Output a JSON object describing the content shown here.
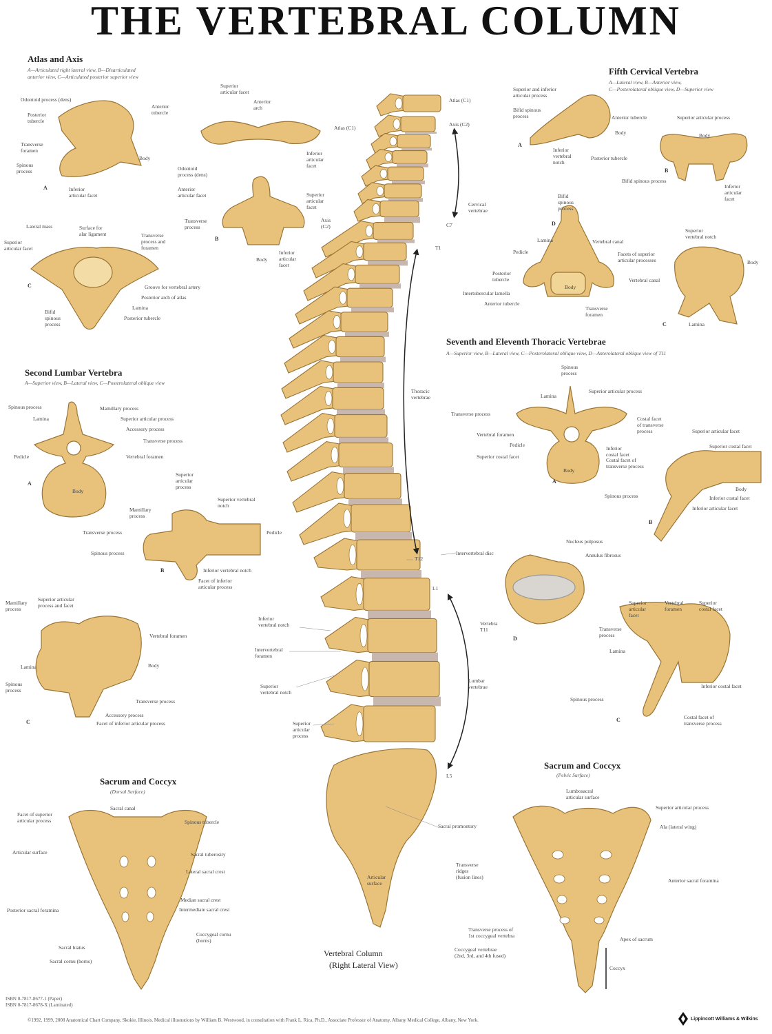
{
  "title": "THE VERTEBRAL COLUMN",
  "colors": {
    "bone": "#e8c27a",
    "bone_outline": "#9a7436",
    "disc": "#c8b7ae",
    "text": "#333333"
  },
  "atlas_axis": {
    "title": "Atlas and Axis",
    "subtitle": "A—Articulated right lateral view, B—Disarticulated\nanterior view, C—Articulated posterior superior view",
    "letters": [
      "A",
      "B",
      "C"
    ],
    "labels": [
      "Odontoid process (dens)",
      "Posterior\ntubercle",
      "Anterior\ntubercle",
      "Transverse\nforamen",
      "Body",
      "Spinous\nprocess",
      "Inferior\narticular facet",
      "Superior\narticular facet",
      "Anterior\narch",
      "Atlas (C1)",
      "Inferior\narticular\nfacet",
      "Odontoid\nprocess (dens)",
      "Anterior\narticular facet",
      "Superior\narticular\nfacet",
      "Transverse\nprocess",
      "Axis\n(C2)",
      "Body",
      "Inferior\narticular\nfacet",
      "Lateral mass",
      "Surface for\nalar ligament",
      "Superior\narticular facet",
      "Transverse\nprocess and\nforamen",
      "Groove for vertebral artery",
      "Posterior arch of atlas",
      "Lamina",
      "Posterior tubercle",
      "Bifid\nspinous\nprocess"
    ]
  },
  "fifth_cervical": {
    "title": "Fifth Cervical Vertebra",
    "subtitle": "A—Lateral view, B—Anterior view,\nC—Posterolateral oblique view, D—Superior view",
    "letters": [
      "A",
      "B",
      "C",
      "D"
    ],
    "labels": [
      "Superior and inferior\narticular process",
      "Bifid spinous\nprocess",
      "Anterior tubercle",
      "Superior articular process",
      "Body",
      "Body",
      "Inferior\nvertebral\nnotch",
      "Posterior tubercle",
      "Bifid spinous process",
      "Inferior\narticular\nfacet",
      "Bifid\nspinous\nprocess",
      "Lamina",
      "Vertebral canal",
      "Pedicle",
      "Facets of superior\narticular processes",
      "Posterior\ntubercle",
      "Intertubercular lamella",
      "Anterior tubercle",
      "Body",
      "Transverse\nforamen",
      "Superior\nvertebral notch",
      "Body",
      "Vertebral canal",
      "Lamina"
    ]
  },
  "thoracic": {
    "title": "Seventh and Eleventh Thoracic Vertebrae",
    "subtitle": "A—Superior view, B—Lateral view, C—Posterolateral oblique view, D—Anterolateral oblique view of T11",
    "letters": [
      "A",
      "B",
      "C",
      "D"
    ],
    "labels": [
      "Spinous\nprocess",
      "Superior articular process",
      "Lamina",
      "Transverse process",
      "Costal facet\nof transverse\nprocess",
      "Vertebral foramen",
      "Pedicle",
      "Superior costal facet",
      "Inferior\ncostal facet",
      "Body",
      "Superior articular facet",
      "Superior costal facet",
      "Costal facet of\ntransverse process",
      "Spinous process",
      "Body",
      "Inferior costal facet",
      "Inferior articular facet",
      "Nucleus pulposus",
      "Annulus fibrosus",
      "Vertebra\nT11",
      "Superior\narticular\nfacet",
      "Vertebral\nforamen",
      "Superior\ncostal facet",
      "Transverse\nprocess",
      "Lamina",
      "Spinous process",
      "Inferior costal facet",
      "Costal facet of\ntransverse process"
    ]
  },
  "lumbar": {
    "title": "Second Lumbar Vertebra",
    "subtitle": "A—Superior view, B—Lateral view, C—Posterolateral oblique view",
    "letters": [
      "A",
      "B",
      "C"
    ],
    "labels": [
      "Spinous process",
      "Mamillary process",
      "Lamina",
      "Superior articular process",
      "Accessory process",
      "Transverse process",
      "Pedicle",
      "Vertebral foramen",
      "Body",
      "Superior\narticular\nprocess",
      "Superior vertebral\nnotch",
      "Mamillary\nprocess",
      "Transverse process",
      "Pedicle",
      "Spinous process",
      "Inferior vertebral notch",
      "Facet of inferior\narticular process",
      "Superior articular\nprocess and facet",
      "Mamillary\nprocess",
      "Vertebral foramen",
      "Body",
      "Lamina",
      "Spinous\nprocess",
      "Transverse process",
      "Accessory process",
      "Facet of inferior articular process"
    ]
  },
  "column": {
    "title": "Vertebral Column",
    "subtitle": "(Right Lateral View)",
    "labels": [
      "Atlas (C1)",
      "Axis (C2)",
      "Cervical\nvertebrae",
      "C7",
      "T1",
      "Thoracic\nvertebrae",
      "T12",
      "Intervertebral disc",
      "L1",
      "Lumbar\nvertebrae",
      "L5",
      "Sacral promontory",
      "Articular\nsurface",
      "Inferior\nvertebral notch",
      "Intervertebral\nforamen",
      "Superior\nvertebral notch",
      "Superior\narticular\nprocess"
    ]
  },
  "sacrum_dorsal": {
    "title": "Sacrum and Coccyx",
    "subtitle": "(Dorsal Surface)",
    "labels": [
      "Sacral canal",
      "Facet of superior\narticular process",
      "Spinous tubercle",
      "Articular surface",
      "Sacral tuberosity",
      "Lateral sacral crest",
      "Median sacral crest",
      "Intermediate sacral crest",
      "Posterior sacral foramina",
      "Coccygeal cornu\n(horns)",
      "Sacral hiatus",
      "Sacral cornu (horns)"
    ]
  },
  "sacrum_pelvic": {
    "title": "Sacrum and Coccyx",
    "subtitle": "(Pelvic Surface)",
    "labels": [
      "Lumbosacral\narticular surface",
      "Superior articular process",
      "Ala (lateral wing)",
      "Transverse\nridges\n(fusion lines)",
      "Anterior sacral foramina",
      "Transverse process of\n1st coccygeal vertebra",
      "Apex of sacrum",
      "Coccygeal vertebrae\n(2nd, 3rd, and 4th fused)",
      "Coccyx"
    ]
  },
  "footer": {
    "isbn": "ISBN 0-7817-8677-1 (Paper)\nISBN 0-7817-8678-X (Laminated)",
    "copyright": "©1992, 1999, 2008 Anatomical Chart Company, Skokie, Illinois. Medical illustrations by William B. Westwood, in consultation with Frank L. Rica, Ph.D., Associate Professor of Anatomy, Albany Medical College, Albany, New York.",
    "publisher": "Lippincott Williams & Wilkins"
  }
}
